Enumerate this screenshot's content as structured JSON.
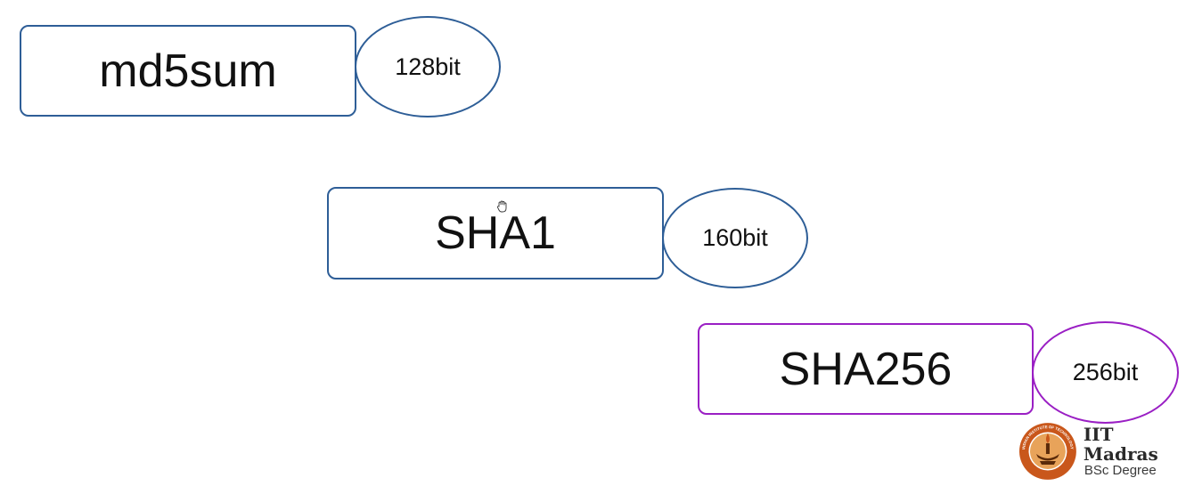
{
  "hashes": [
    {
      "name": "md5sum",
      "size": "128bit"
    },
    {
      "name": "SHA1",
      "size": "160bit"
    },
    {
      "name": "SHA256",
      "size": "256bit"
    }
  ],
  "colors": {
    "blue_outline": "#2e5e97",
    "purple_outline": "#9a1fc4",
    "seal_orange": "#c9571b"
  },
  "logo": {
    "title": "IIT Madras",
    "subtitle": "BSc Degree",
    "seal_text": "INDIAN INSTITUTE OF TECHNOLOGY MADRAS"
  },
  "icons": {
    "cursor": "grab-hand-icon",
    "seal": "iit-madras-seal-icon"
  }
}
